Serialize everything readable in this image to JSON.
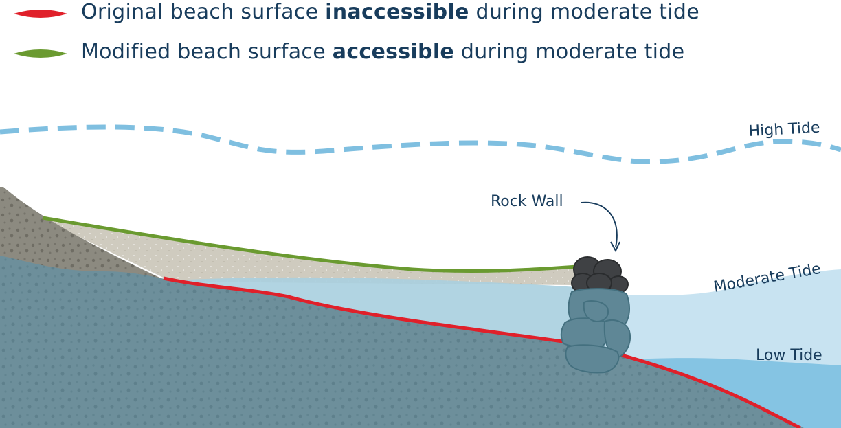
{
  "legend": [
    {
      "prefix": "Original beach surface ",
      "bold": "inaccessible",
      "suffix": " during moderate tide",
      "color": "#e0202a"
    },
    {
      "prefix": "Modified beach surface ",
      "bold": "accessible",
      "suffix": " during moderate tide",
      "color": "#6a9a30"
    }
  ],
  "labels": {
    "high_tide": "High Tide",
    "rock_wall": "Rock Wall",
    "moderate_tide": "Moderate Tide",
    "low_tide": "Low Tide"
  },
  "colors": {
    "text": "#183c5c",
    "high_tide_line": "#7fbfe0",
    "original_surface": "#e0202a",
    "modified_surface": "#6a9a30",
    "sand_fill": "#cfcbbf",
    "bluff_fill": "#8c8a80",
    "sediment_fill": "#6d8f9b",
    "moderate_water": "#c8e3f1",
    "low_water": "#85c4e3",
    "rock_dark": "#3f4144",
    "rock_submerged": "#5f8796"
  }
}
